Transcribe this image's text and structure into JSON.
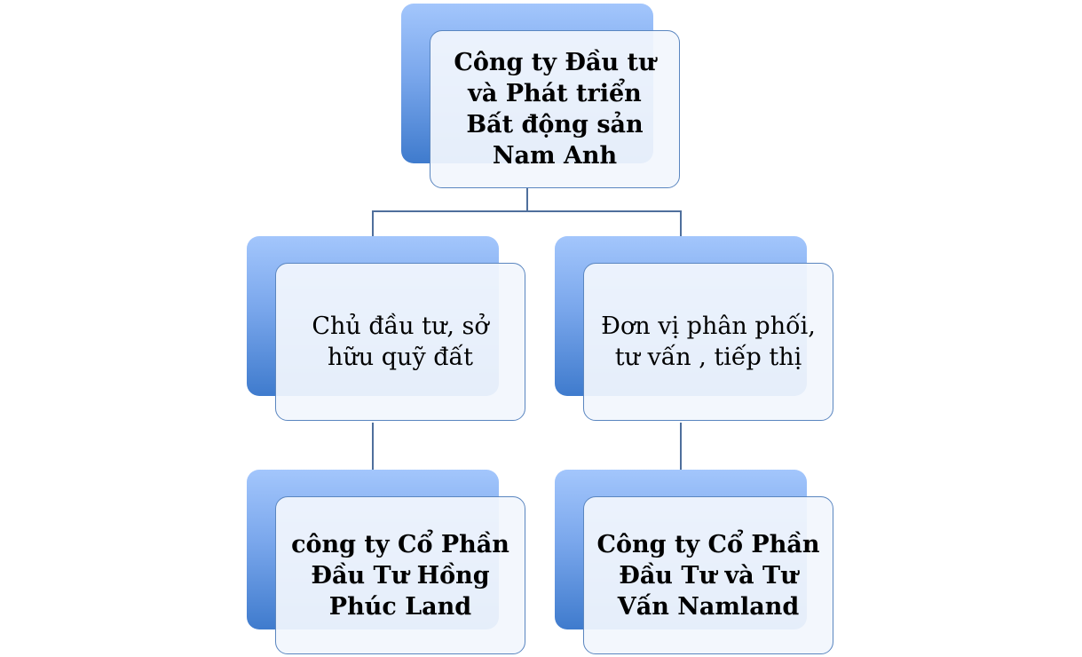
{
  "nodes": {
    "root": "Công ty Đầu tư và Phát triển Bất động sản Nam Anh",
    "left_role": "Chủ đầu tư, sở hữu quỹ đất",
    "right_role": "Đơn vị phân phối, tư vấn , tiếp thị",
    "left_company": "công ty Cổ Phần Đầu Tư Hồng Phúc Land",
    "right_company": "Công ty Cổ Phần Đầu Tư và Tư Vấn Namland"
  },
  "colors": {
    "accent_top": "#a3c6fc",
    "accent_bottom": "#3f7bcd",
    "border": "#5a86c0",
    "connector": "#4f6f9c"
  }
}
